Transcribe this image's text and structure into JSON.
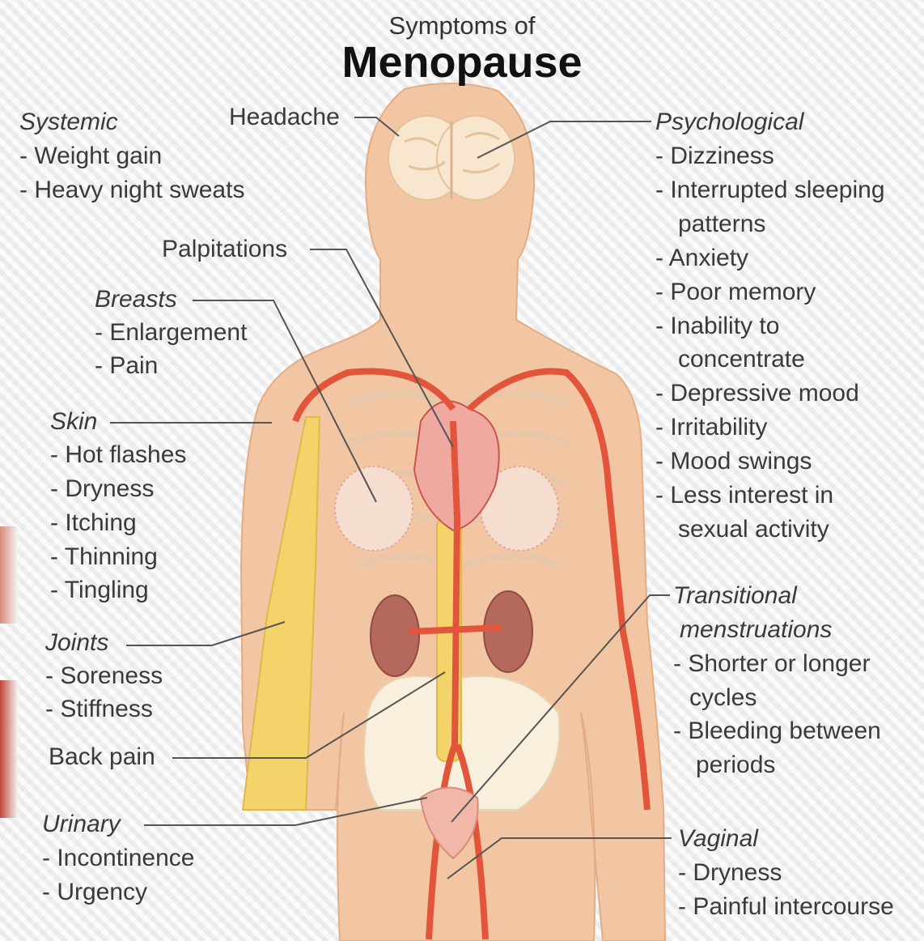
{
  "title_small": "Symptoms of",
  "title_big": "Menopause",
  "colors": {
    "skin": "#f2c6a2",
    "skin_edge": "#e2ad85",
    "artery": "#e2553b",
    "brain": "#f9e6cf",
    "kidney": "#b5685c",
    "bone": "#f8f0dc",
    "spine": "#f3d36a",
    "leader": "#555555",
    "text": "#3a3a3a"
  },
  "labels": {
    "headache": "Headache",
    "palpitations": "Palpitations",
    "back_pain": "Back pain"
  },
  "groups": {
    "systemic": {
      "heading": "Systemic",
      "items": [
        "- Weight gain",
        "- Heavy night sweats"
      ]
    },
    "breasts": {
      "heading": "Breasts",
      "items": [
        "- Enlargement",
        "- Pain"
      ]
    },
    "skin": {
      "heading": "Skin",
      "items": [
        "- Hot flashes",
        "- Dryness",
        "- Itching",
        "- Thinning",
        "- Tingling"
      ]
    },
    "joints": {
      "heading": "Joints",
      "items": [
        "- Soreness",
        "- Stiffness"
      ]
    },
    "urinary": {
      "heading": "Urinary",
      "items": [
        "- Incontinence",
        "- Urgency"
      ]
    },
    "psychological": {
      "heading": "Psychological",
      "items": [
        "- Dizziness",
        "- Interrupted sleeping",
        "patterns",
        "- Anxiety",
        "- Poor memory",
        "- Inability to",
        "concentrate",
        "- Depressive mood",
        "- Irritability",
        "- Mood swings",
        "- Less interest in",
        "sexual activity"
      ]
    },
    "transitional": {
      "heading_line1": "Transitional",
      "heading_line2": "menstruations",
      "items": [
        "- Shorter or longer",
        "cycles",
        "- Bleeding between",
        "periods"
      ]
    },
    "vaginal": {
      "heading": "Vaginal",
      "items": [
        "- Dryness",
        "- Painful intercourse"
      ]
    }
  }
}
